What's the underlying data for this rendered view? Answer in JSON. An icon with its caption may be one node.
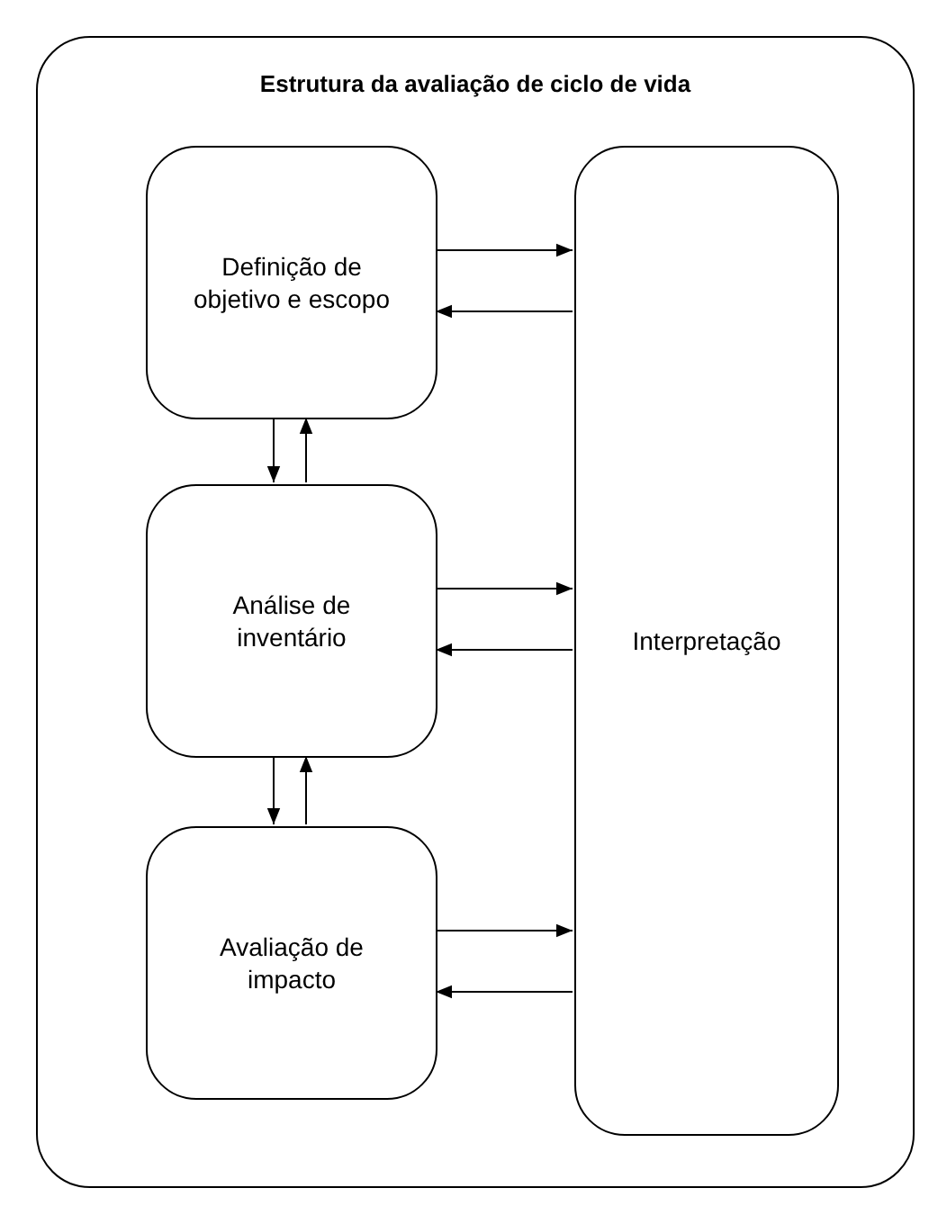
{
  "diagram": {
    "nodes": [
      {
        "text": [
          "Estrutura da avaliação de ciclo de vida"
        ]
      },
      {
        "text": [
          "Definição de objetivo e escopo"
        ],
        "in": 0
      },
      {
        "text": [
          "Análise de inventário"
        ],
        "in": 0
      },
      {
        "text": [
          "Avaliação de impacto"
        ],
        "in": 0
      },
      {
        "text": [
          "Interpretação"
        ],
        "in": 0
      }
    ],
    "edges": [
      {
        "from": 1,
        "to": 4,
        "arrow": "to"
      },
      {
        "from": 4,
        "to": 1,
        "arrow": "to"
      },
      {
        "from": 1,
        "to": 2,
        "arrow": "to"
      },
      {
        "from": 2,
        "to": 1,
        "arrow": "to"
      },
      {
        "from": 2,
        "to": 4,
        "arrow": "to"
      },
      {
        "from": 4,
        "to": 2,
        "arrow": "to"
      },
      {
        "from": 2,
        "to": 3,
        "arrow": "to"
      },
      {
        "from": 3,
        "to": 2,
        "arrow": "to"
      },
      {
        "from": 3,
        "to": 4,
        "arrow": "to"
      },
      {
        "from": 4,
        "to": 3,
        "arrow": "to"
      }
    ]
  }
}
